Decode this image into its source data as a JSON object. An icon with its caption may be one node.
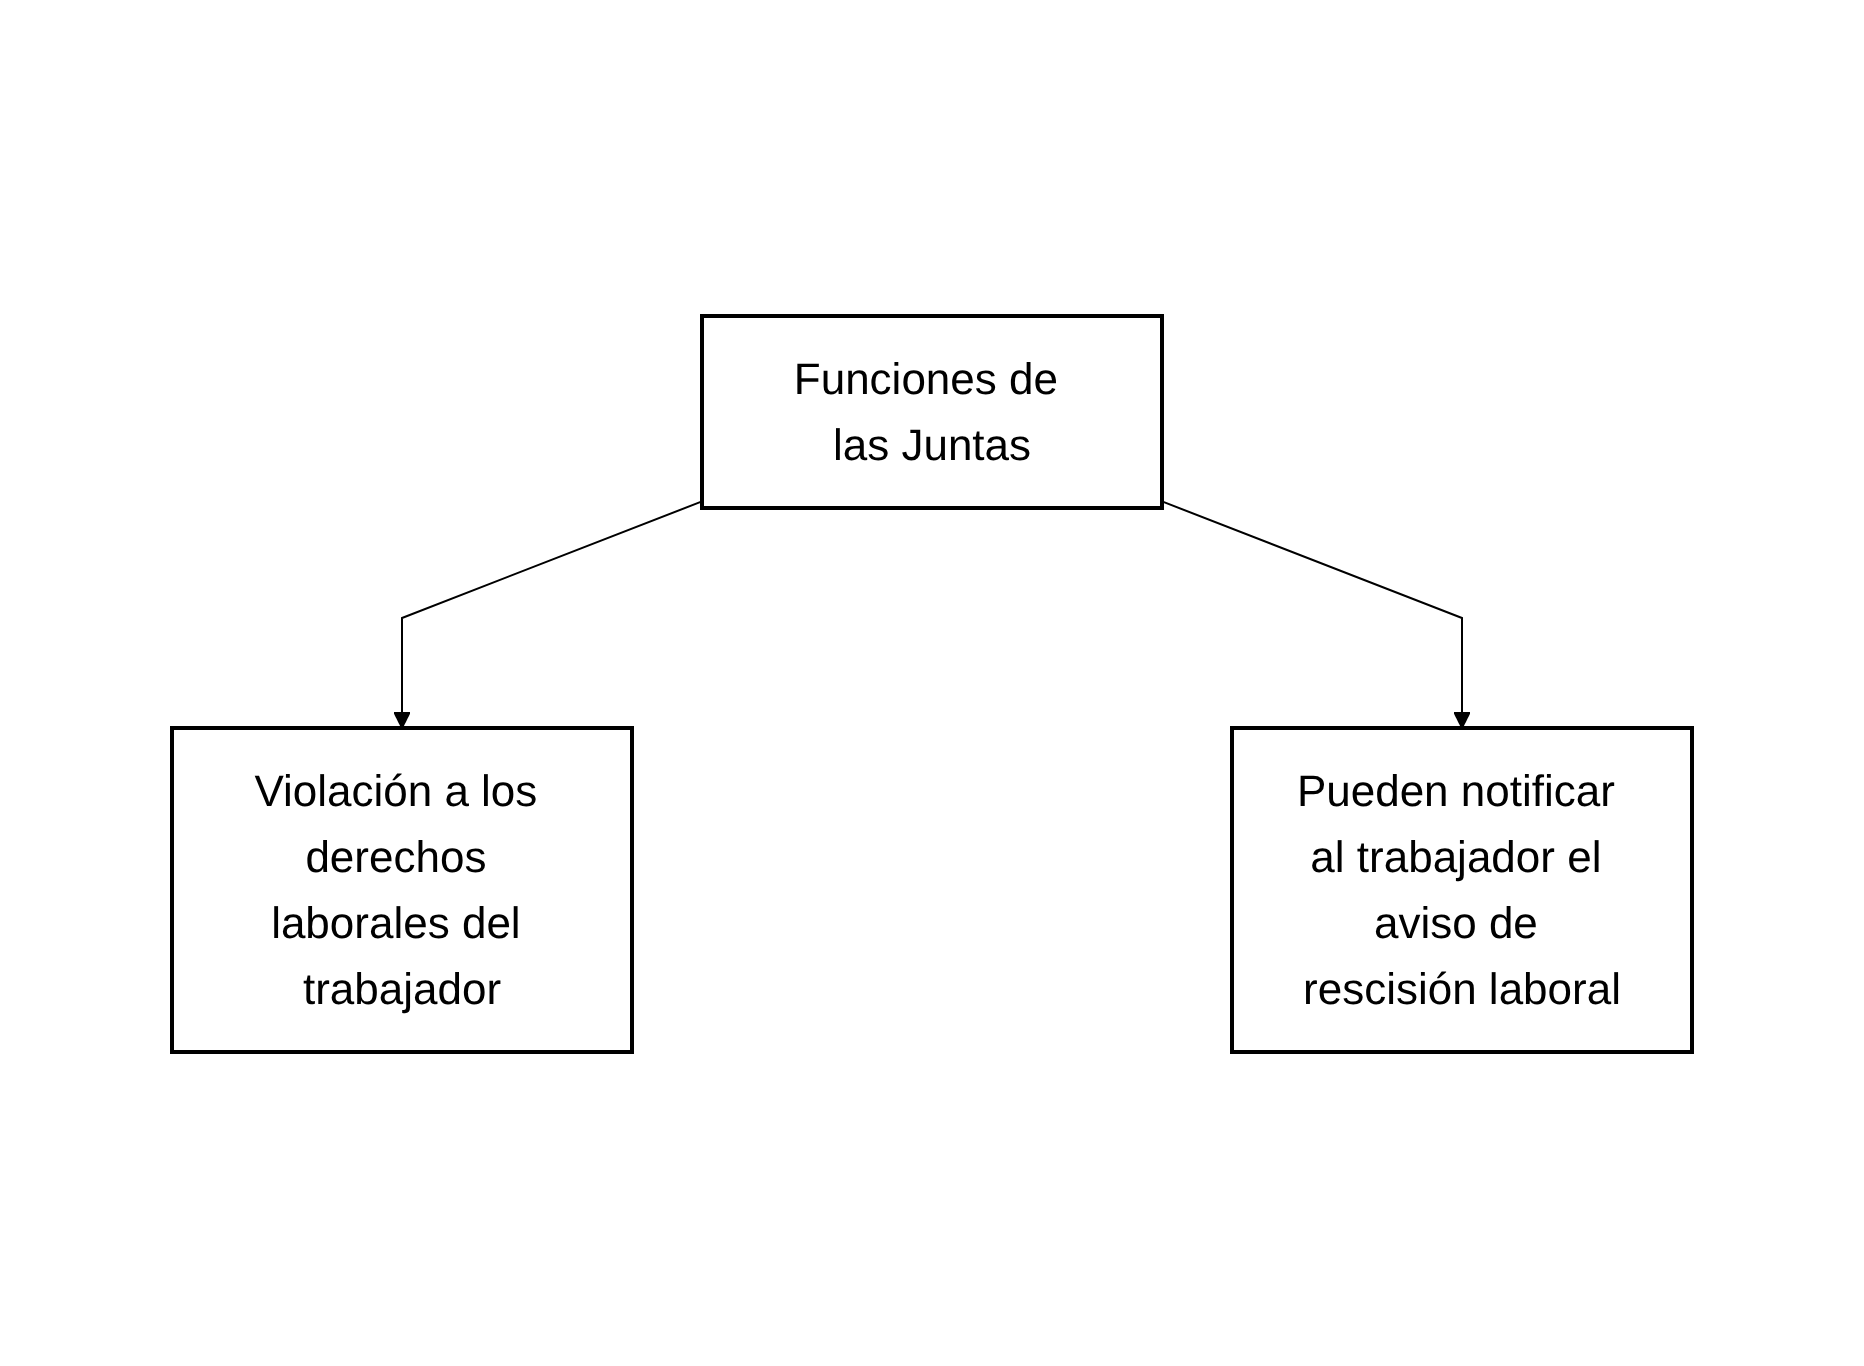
{
  "diagram": {
    "nodes": [
      {
        "text": [
          "Funciones de las Juntas"
        ]
      },
      {
        "text": [
          "Violación a los derechos laborales del trabajador"
        ]
      },
      {
        "text": [
          "Pueden notificar al trabajador el aviso de rescisión laboral"
        ]
      }
    ],
    "edges": [
      {
        "from": 0,
        "to": 1,
        "arrow": "to"
      },
      {
        "from": 0,
        "to": 2,
        "arrow": "to"
      }
    ]
  }
}
